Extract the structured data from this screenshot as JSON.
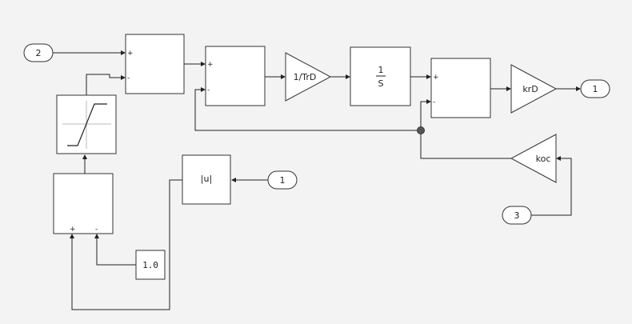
{
  "inports": [
    {
      "label": "2"
    },
    {
      "label": "1"
    },
    {
      "label": "3"
    }
  ],
  "outports": [
    {
      "label": "1"
    }
  ],
  "blocks": {
    "gain_trd": {
      "label": "1/TrD"
    },
    "integrator": {
      "numerator": "1",
      "denominator": "S"
    },
    "gain_krd": {
      "label": "krD"
    },
    "gain_koc": {
      "label": "koc"
    },
    "abs": {
      "label": "|u|"
    },
    "constant": {
      "value": "1.0"
    }
  },
  "signs": {
    "sum1": [
      "+",
      "-"
    ],
    "sum2": [
      "+",
      "-"
    ],
    "sum3": [
      "+",
      "-"
    ],
    "sum4": [
      "+",
      "-"
    ]
  }
}
